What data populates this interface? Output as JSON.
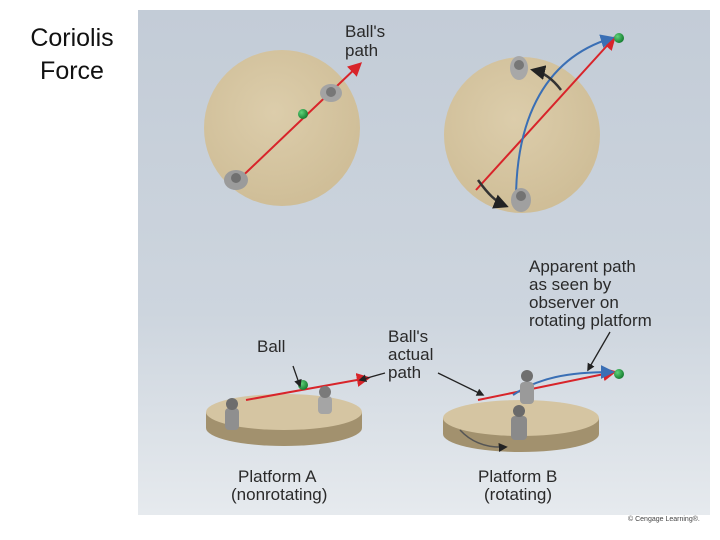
{
  "slide": {
    "title_line1": "Coriolis",
    "title_line2": "Force"
  },
  "figure": {
    "labels": {
      "balls_path_1": "Ball's",
      "balls_path_2": "path",
      "apparent_1": "Apparent path",
      "apparent_2": "as seen by",
      "apparent_3": "observer on",
      "apparent_4": "rotating platform",
      "ball": "Ball",
      "actual_1": "Ball's",
      "actual_2": "actual",
      "actual_3": "path",
      "platform_a_1": "Platform A",
      "platform_a_2": "(nonrotating)",
      "platform_b_1": "Platform B",
      "platform_b_2": "(rotating)"
    },
    "credit": "© Cengage Learning®.",
    "colors": {
      "panel_background": "#c4cdd8",
      "disc_fill": "#d5c5a2",
      "actual_path": "#d8242a",
      "apparent_path": "#3a6fb5",
      "ball": "#1f9a3c"
    }
  }
}
